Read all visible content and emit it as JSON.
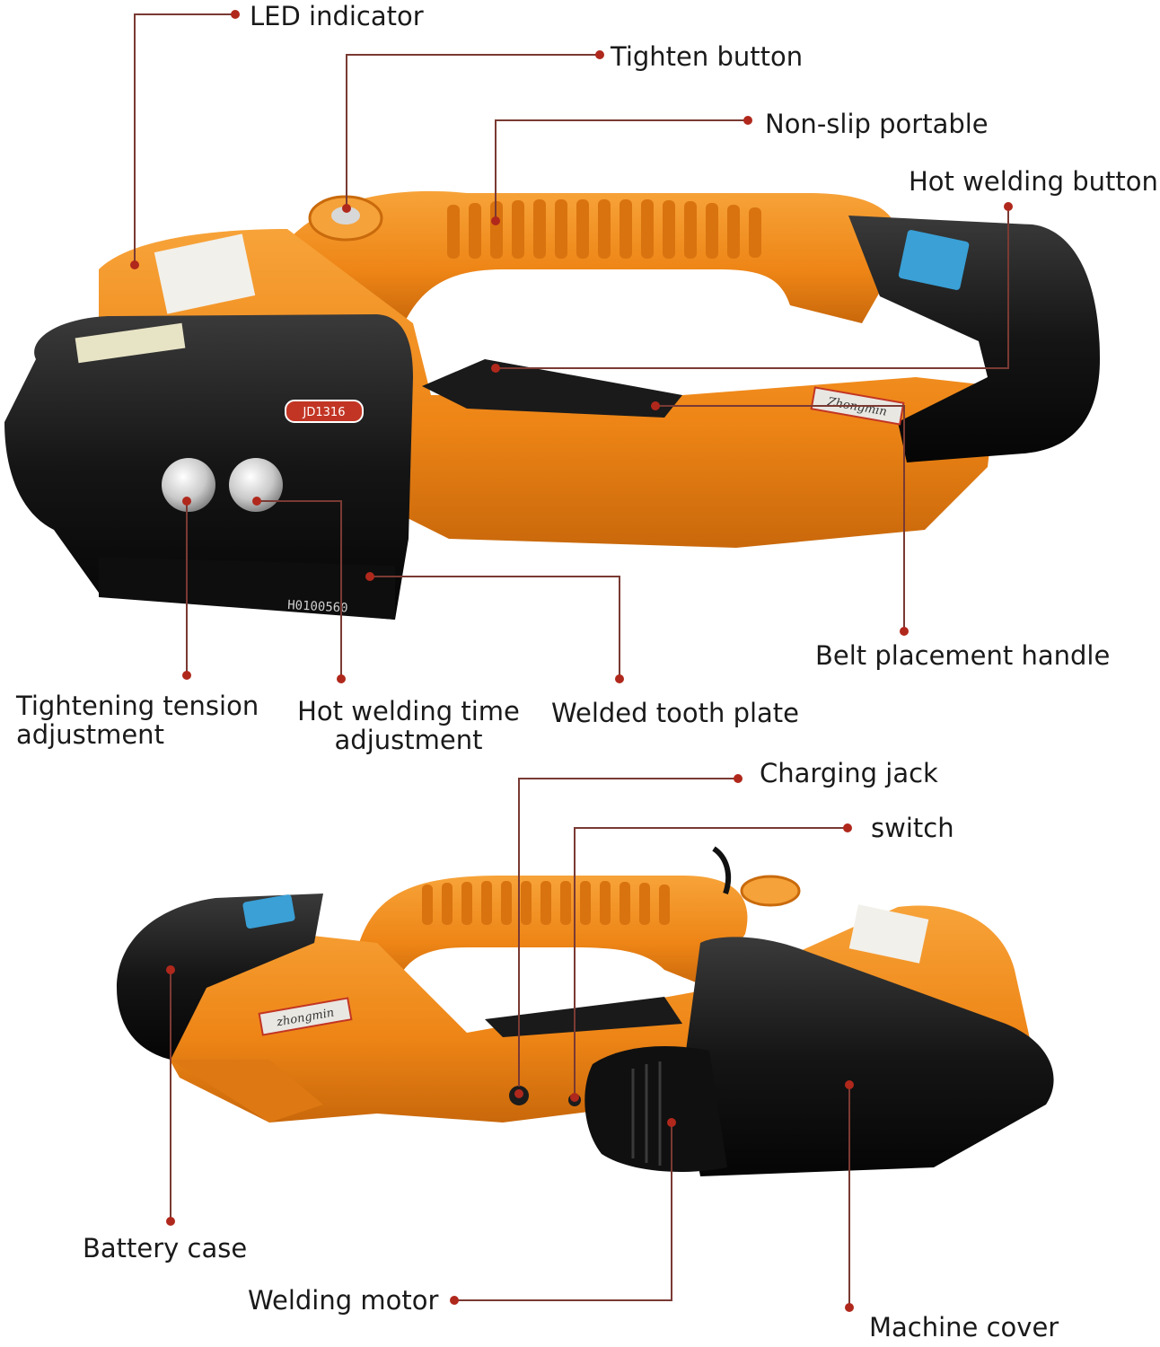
{
  "callouts": {
    "led_indicator": "LED indicator",
    "tighten_button": "Tighten button",
    "non_slip_portable": "Non-slip portable",
    "hot_welding_button": "Hot welding button",
    "belt_placement_handle": "Belt placement handle",
    "tightening_tension_adjustment": "Tightening tension adjustment",
    "hot_welding_time_adjustment": "Hot welding time adjustment",
    "welded_tooth_plate": "Welded tooth plate",
    "charging_jack": "Charging jack",
    "switch": "switch",
    "battery_case": "Battery case",
    "welding_motor": "Welding motor",
    "machine_cover": "Machine cover"
  },
  "product_markings": {
    "top_brand_plate": "Zhongmin",
    "bottom_brand_plate": "zhongmin",
    "serial_number": "H0100560",
    "model_badge": "JD1316"
  },
  "colors": {
    "body_orange": "#f08a1c",
    "body_orange_dark": "#c96a0c",
    "body_black": "#161616",
    "leader_line": "#7a3a33",
    "callout_dot": "#b0281c"
  }
}
